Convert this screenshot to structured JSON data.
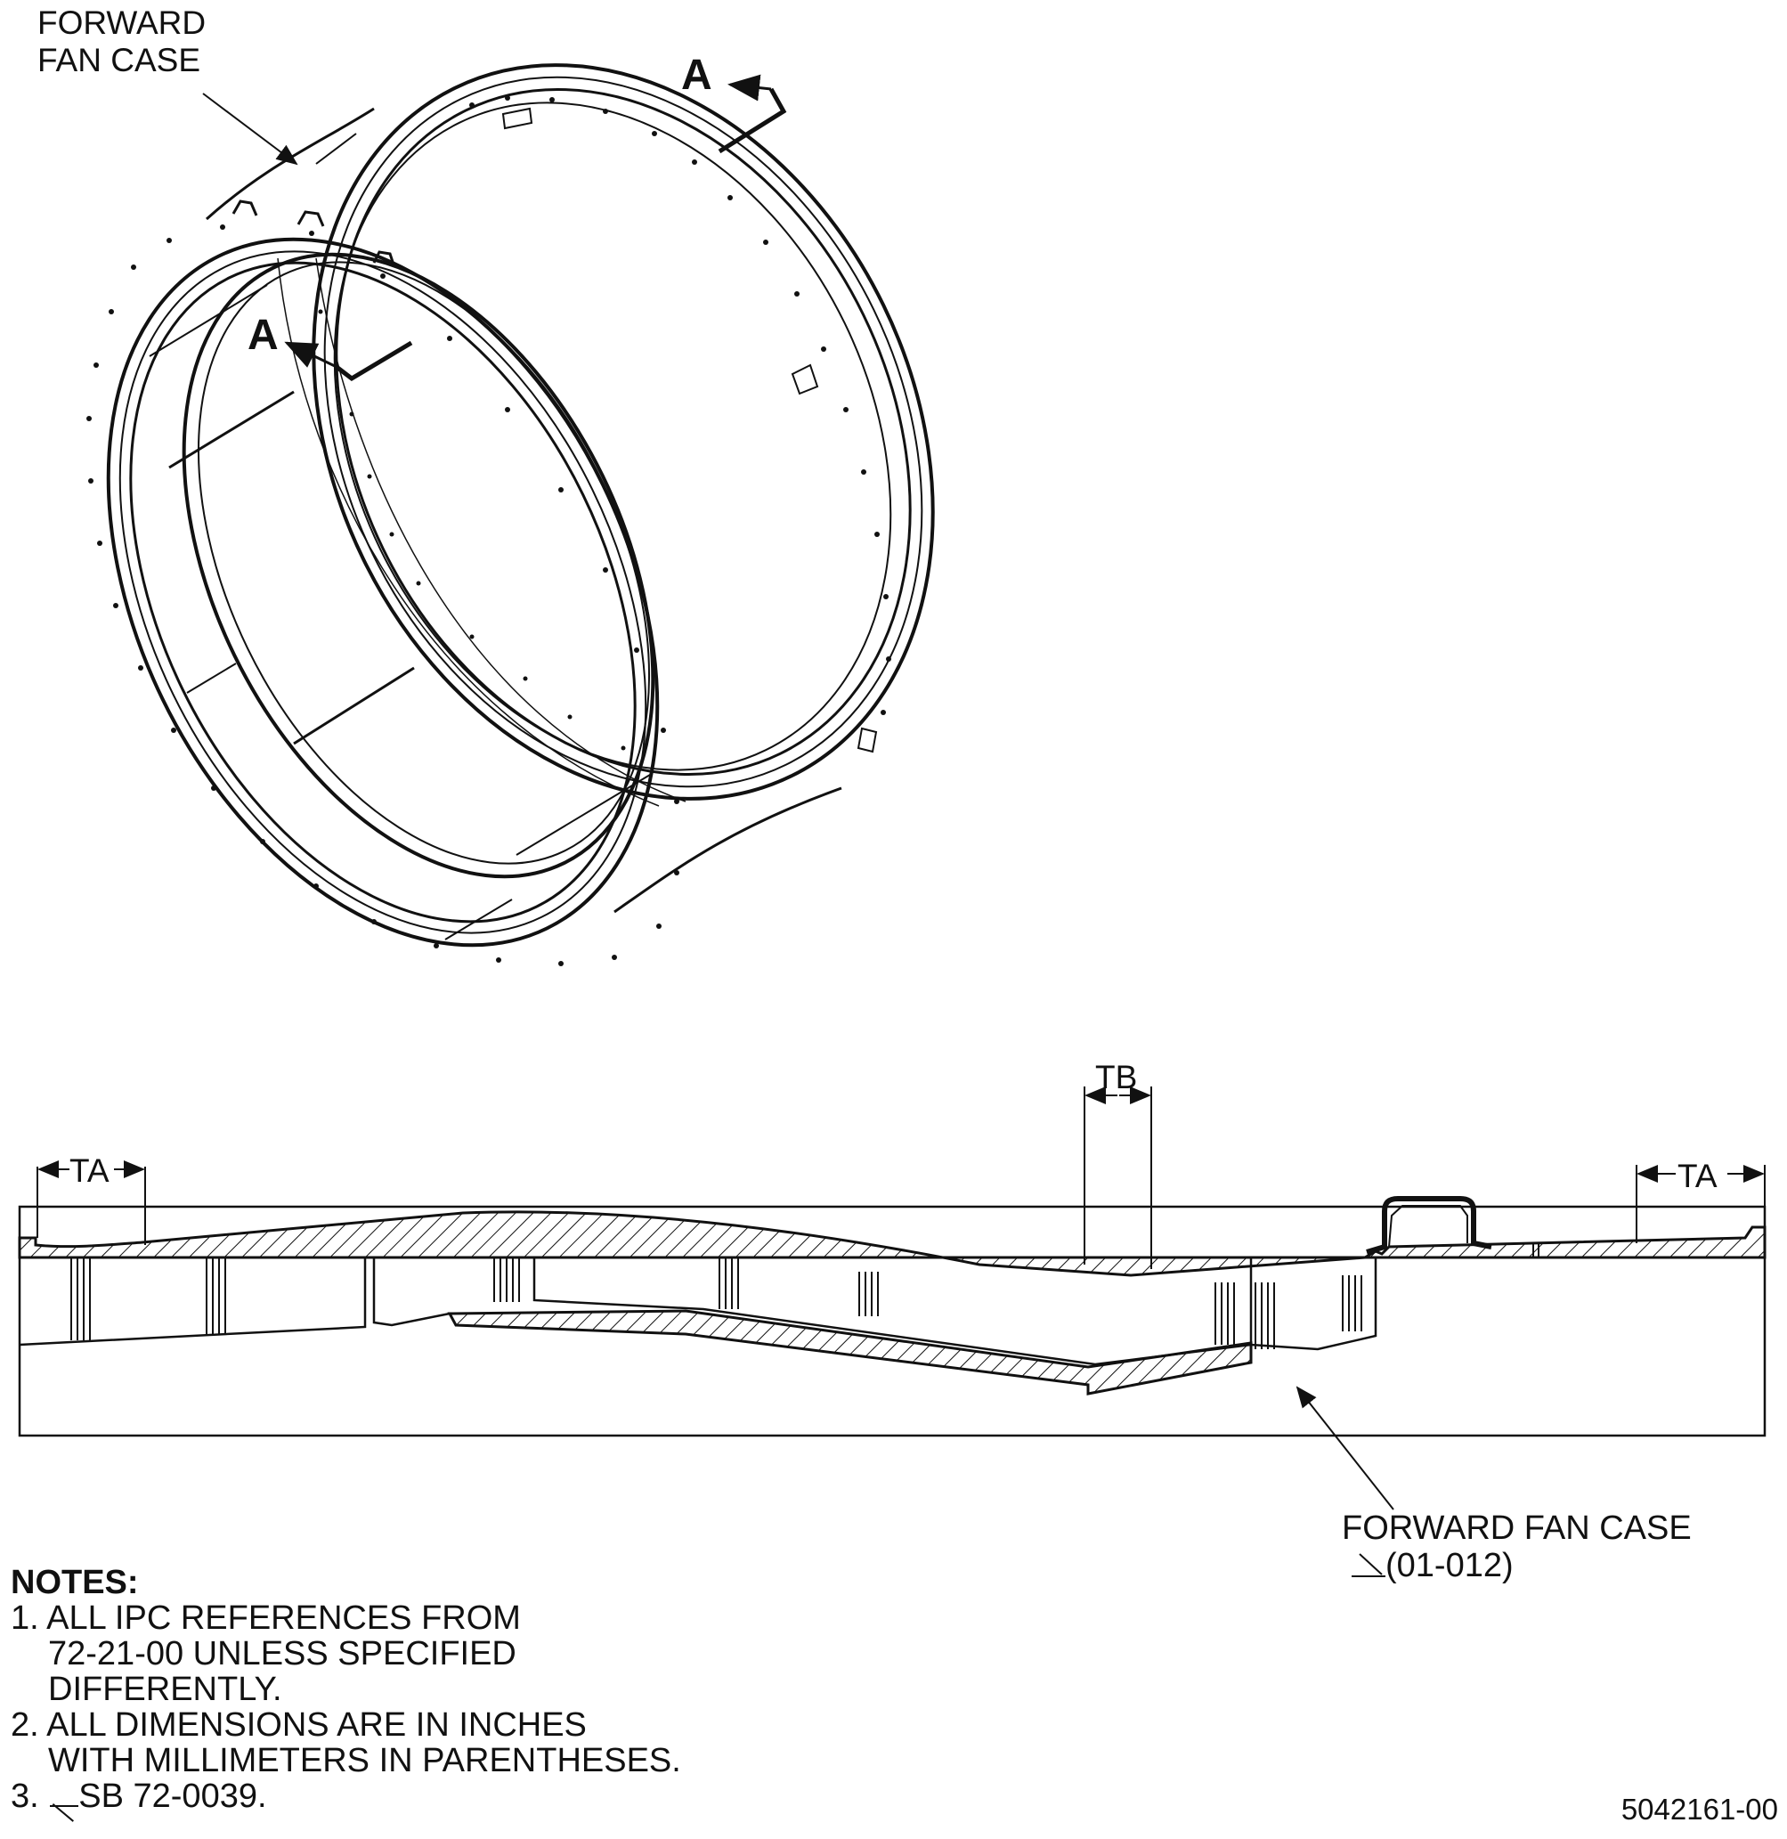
{
  "iso_view": {
    "callout_line1": "FORWARD",
    "callout_line2": "FAN CASE",
    "section_marker_top": "A",
    "section_marker_bottom": "A"
  },
  "section_view": {
    "dim_ta_left": "TA",
    "dim_ta_right": "TA",
    "dim_tb": "TB",
    "callout_line1": "FORWARD FAN CASE",
    "callout_ref": "(01-012)"
  },
  "notes": {
    "heading": "NOTES:",
    "n1_l1": "1. ALL IPC REFERENCES FROM",
    "n1_l2": "72-21-00 UNLESS SPECIFIED",
    "n1_l3": "DIFFERENTLY.",
    "n2_l1": "2. ALL DIMENSIONS ARE IN INCHES",
    "n2_l2": "WITH MILLIMETERS IN PARENTHESES.",
    "n3_num": "3.",
    "n3_text": "SB 72-0039."
  },
  "figure_id": "5042161-00"
}
